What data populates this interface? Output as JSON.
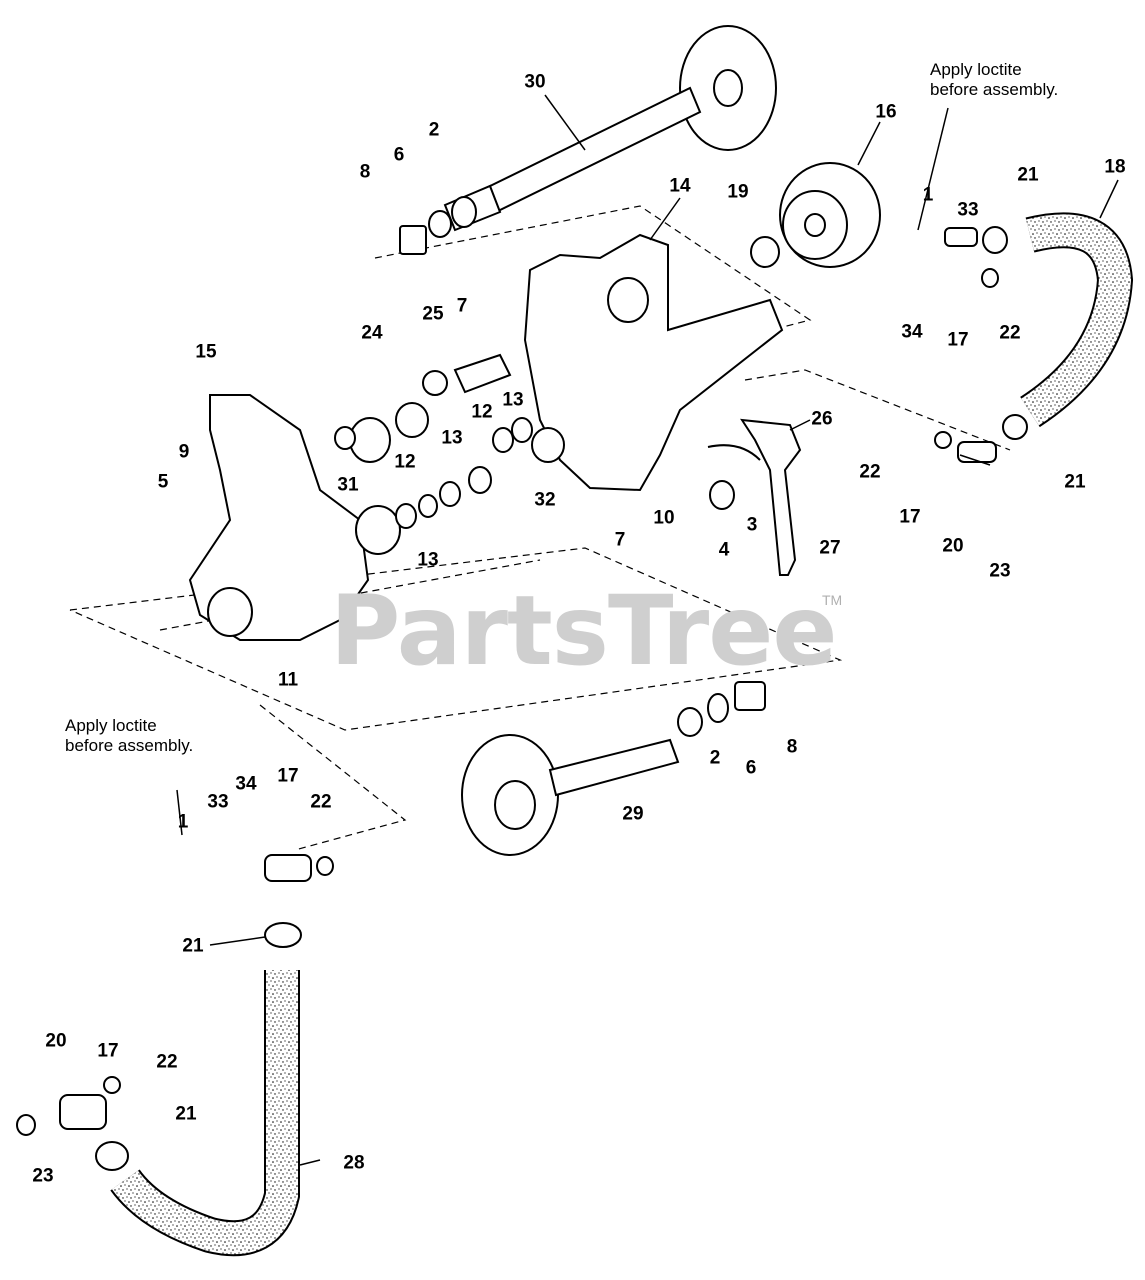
{
  "diagram": {
    "notes": {
      "top": "Apply loctite\nbefore assembly.",
      "bottom": "Apply loctite\nbefore assembly."
    },
    "watermark": "PartsTree",
    "trademark": "TM",
    "callouts": {
      "c1_top": "1",
      "c1_bottom": "1",
      "c2_top": "2",
      "c2_bottom": "2",
      "c3": "3",
      "c4": "4",
      "c5": "5",
      "c6_top": "6",
      "c6_bottom": "6",
      "c7_top": "7",
      "c7_bottom": "7",
      "c8_top": "8",
      "c8_bottom": "8",
      "c9": "9",
      "c10": "10",
      "c11": "11",
      "c12_a": "12",
      "c12_b": "12",
      "c13_a": "13",
      "c13_b": "13",
      "c13_c": "13",
      "c14": "14",
      "c15": "15",
      "c16": "16",
      "c17_a": "17",
      "c17_b": "17",
      "c17_c": "17",
      "c17_d": "17",
      "c18": "18",
      "c19": "19",
      "c20_a": "20",
      "c20_b": "20",
      "c21_a": "21",
      "c21_b": "21",
      "c21_c": "21",
      "c21_d": "21",
      "c22_a": "22",
      "c22_b": "22",
      "c22_c": "22",
      "c22_d": "22",
      "c23_a": "23",
      "c23_b": "23",
      "c24": "24",
      "c25": "25",
      "c26": "26",
      "c27": "27",
      "c28": "28",
      "c29": "29",
      "c30": "30",
      "c31": "31",
      "c32": "32",
      "c33_a": "33",
      "c33_b": "33",
      "c34_a": "34",
      "c34_b": "34"
    }
  }
}
